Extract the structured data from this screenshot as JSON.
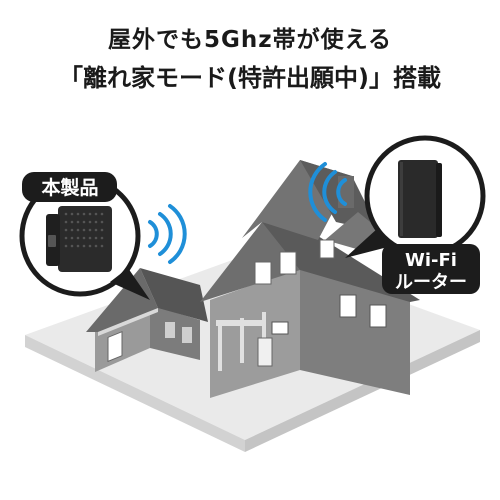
{
  "headline": {
    "line1": "屋外でも5Ghz帯が使える",
    "line2": "「離れ家モード(特許出願中)」搭載"
  },
  "labels": {
    "product": "本製品",
    "router_line1": "Wi-Fi",
    "router_line2": "ルーター"
  },
  "colors": {
    "text": "#1a1a1a",
    "badge": "#1c1c1c",
    "wifi_wave": "#1f8fd8",
    "house": "#8a8a8a",
    "ground": "#e6e6e6"
  }
}
